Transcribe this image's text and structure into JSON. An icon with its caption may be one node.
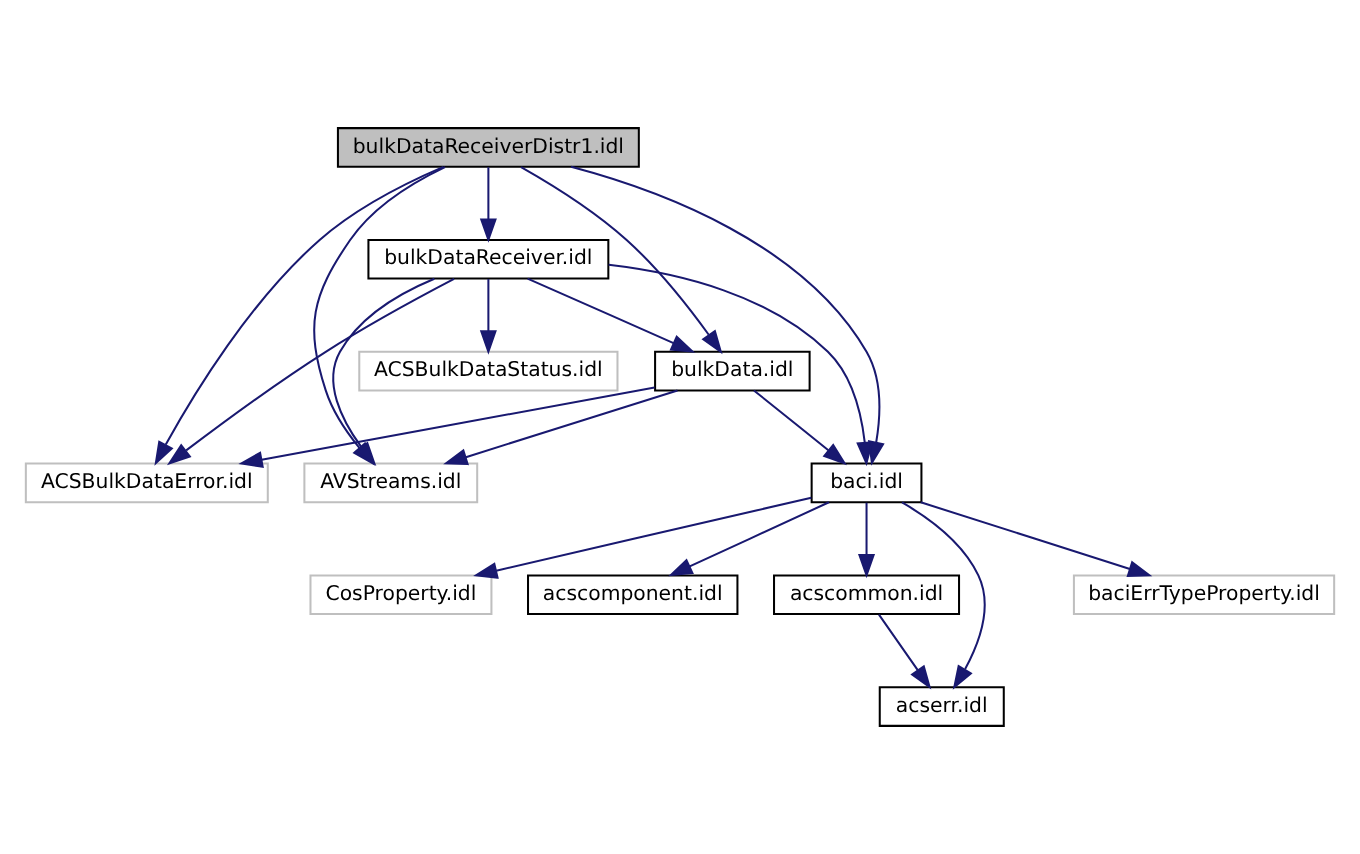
{
  "diagram": {
    "nodes": [
      {
        "text": [
          "bulkDataReceiverDistr1.idl"
        ]
      },
      {
        "text": [
          "bulkDataReceiver.idl"
        ]
      },
      {
        "text": [
          "ACSBulkDataStatus.idl"
        ]
      },
      {
        "text": [
          "bulkData.idl"
        ]
      },
      {
        "text": [
          "ACSBulkDataError.idl"
        ]
      },
      {
        "text": [
          "baci.idl"
        ]
      },
      {
        "text": [
          "AVStreams.idl"
        ]
      },
      {
        "text": [
          "CosProperty.idl"
        ]
      },
      {
        "text": [
          "acscomponent.idl"
        ]
      },
      {
        "text": [
          "acscommon.idl"
        ]
      },
      {
        "text": [
          "baciErrTypeProperty.idl"
        ]
      },
      {
        "text": [
          "acserr.idl"
        ]
      }
    ],
    "edges": [
      {
        "from": 0,
        "to": 1,
        "arrow": "to"
      },
      {
        "from": 0,
        "to": 4,
        "arrow": "to"
      },
      {
        "from": 0,
        "to": 3,
        "arrow": "to"
      },
      {
        "from": 0,
        "to": 5,
        "arrow": "to"
      },
      {
        "from": 0,
        "to": 6,
        "arrow": "to"
      },
      {
        "from": 1,
        "to": 4,
        "arrow": "to"
      },
      {
        "from": 1,
        "to": 5,
        "arrow": "to"
      },
      {
        "from": 1,
        "to": 2,
        "arrow": "to"
      },
      {
        "from": 1,
        "to": 3,
        "arrow": "to"
      },
      {
        "from": 1,
        "to": 6,
        "arrow": "to"
      },
      {
        "from": 3,
        "to": 4,
        "arrow": "to"
      },
      {
        "from": 3,
        "to": 5,
        "arrow": "to"
      },
      {
        "from": 3,
        "to": 6,
        "arrow": "to"
      },
      {
        "from": 5,
        "to": 7,
        "arrow": "to"
      },
      {
        "from": 5,
        "to": 8,
        "arrow": "to"
      },
      {
        "from": 5,
        "to": 9,
        "arrow": "to"
      },
      {
        "from": 5,
        "to": 10,
        "arrow": "to"
      },
      {
        "from": 5,
        "to": 11,
        "arrow": "to"
      },
      {
        "from": 9,
        "to": 11,
        "arrow": "to"
      }
    ]
  }
}
